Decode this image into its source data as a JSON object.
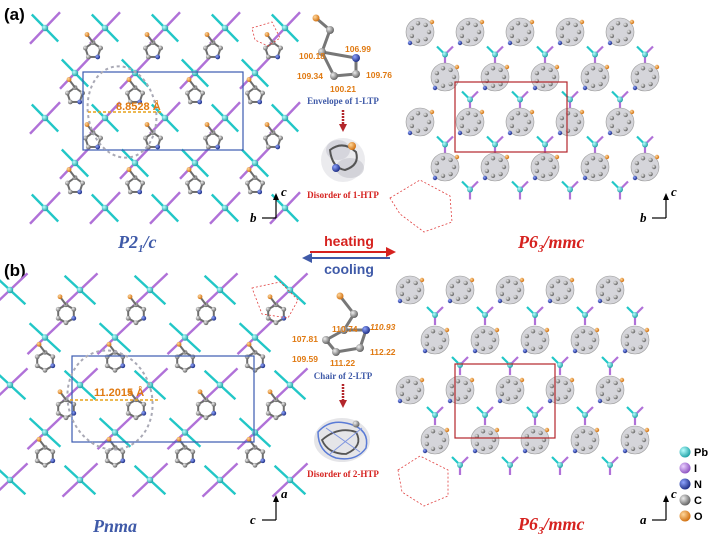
{
  "panels": {
    "a_label": "(a)",
    "b_label": "(b)"
  },
  "panel_a": {
    "left_group": "P2",
    "left_sub": "1",
    "left_tail": "/c",
    "right_group": "P6",
    "right_sub": "3",
    "right_tail": "/mmc",
    "distance": "8.8528 Å",
    "left_axes": {
      "vertical": "c",
      "horizontal": "b"
    },
    "right_axes": {
      "vertical": "c",
      "horizontal": "b"
    },
    "angles": [
      "106.99",
      "100.18",
      "109.34",
      "109.76",
      "100.21"
    ],
    "envelope_caption": "Envelope of 1-LTP",
    "disorder_caption": "Disorder of 1-HTP"
  },
  "transition": {
    "heating": "heating",
    "cooling": "cooling"
  },
  "panel_b": {
    "left_group": "Pnma",
    "right_group": "P6",
    "right_sub": "3",
    "right_tail": "/mmc",
    "distance": "11.2015 Å",
    "left_axes": {
      "vertical": "a",
      "horizontal": "c"
    },
    "right_axes": {
      "vertical": "c",
      "horizontal": "a"
    },
    "angles": [
      "110.74",
      "110.93",
      "107.81",
      "112.22",
      "109.59",
      "111.22"
    ],
    "chair_caption": "Chair of 2-LTP",
    "disorder_caption": "Disorder of 2-HTP"
  },
  "legend": {
    "items": [
      {
        "label": "Pb",
        "color": "#22c7c7"
      },
      {
        "label": "I",
        "color": "#b071d8"
      },
      {
        "label": "N",
        "color": "#233a9e"
      },
      {
        "label": "C",
        "color": "#8a8a8a"
      },
      {
        "label": "O",
        "color": "#e88a1a"
      }
    ]
  },
  "colors": {
    "pb": "#22c7c7",
    "iodine": "#b071d8",
    "carbon": "#8a8a8a",
    "oxygen": "#e88a1a",
    "nitrogen": "#233a9e",
    "cell_blue": "#3b5bb0",
    "cell_red": "#b3262b",
    "label_blue": "#3f5aa8",
    "label_red": "#d6221f",
    "orange_text": "#e07a12"
  }
}
